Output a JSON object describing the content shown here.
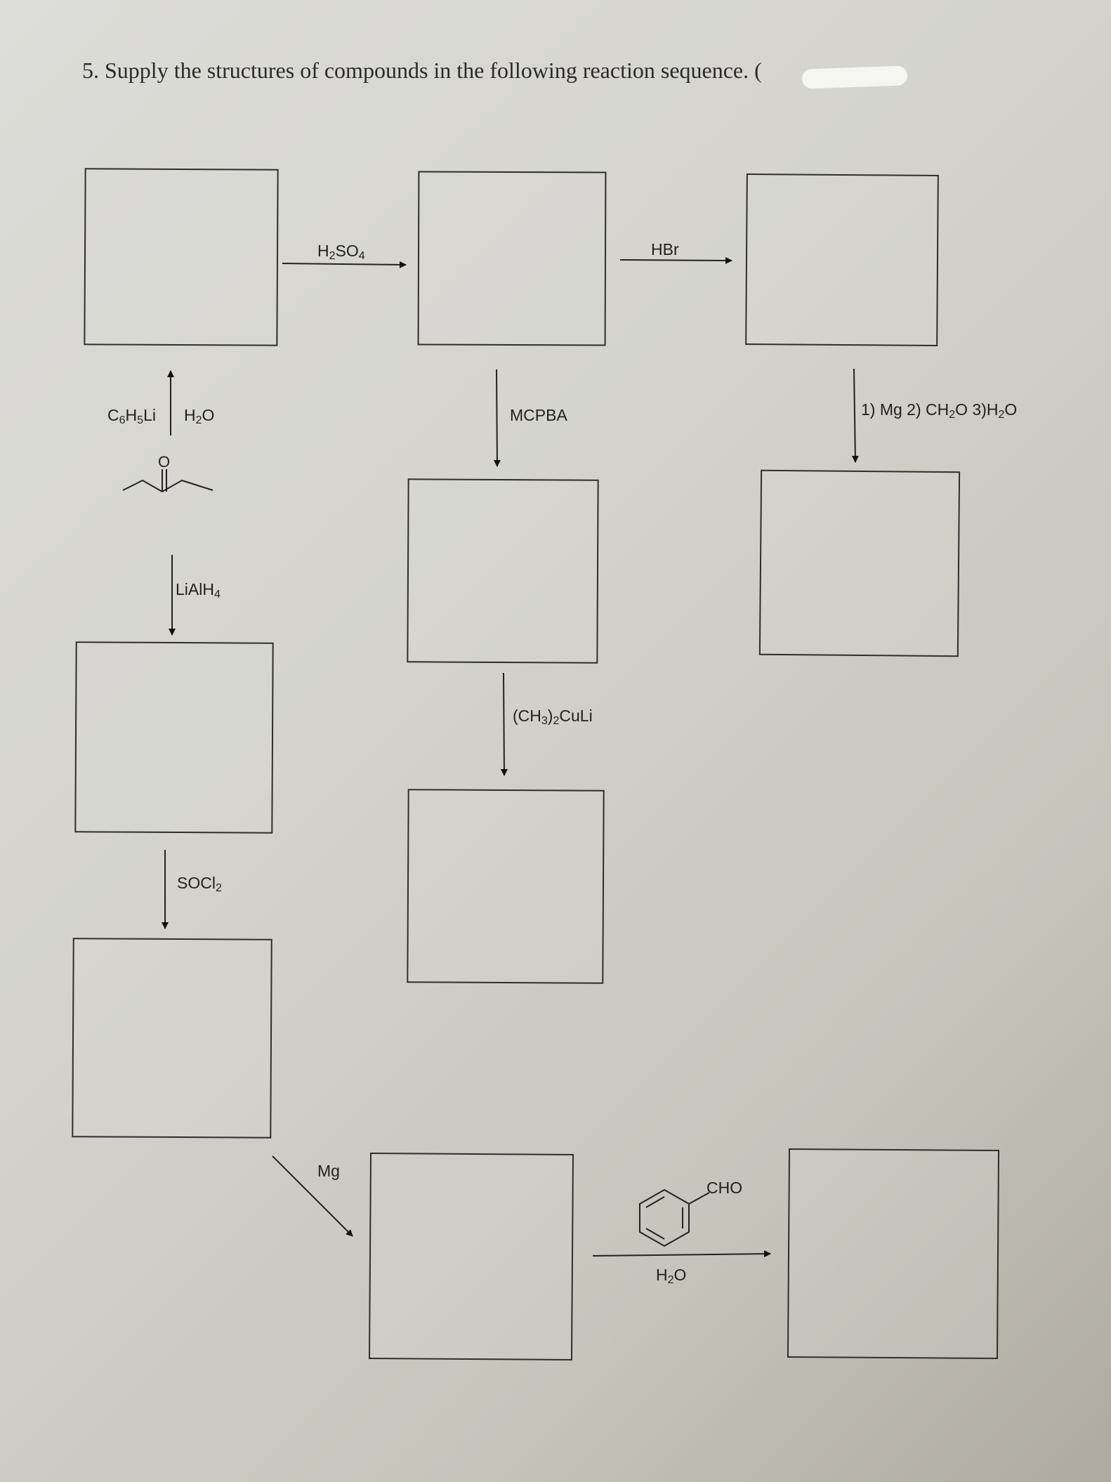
{
  "question": {
    "title": "5. Supply the structures of compounds in the following reaction sequence. ("
  },
  "reagents": {
    "h2so4": "H2SO4",
    "hbr": "HBr",
    "c6h5li": "C6H5Li",
    "h2o_top": "H2O",
    "mcpba": "MCPBA",
    "grignard_seq": "1) Mg 2) CH2O 3)H2O",
    "lialh4": "LiAlH4",
    "cuprate": "(CH3)2CuLi",
    "socl2": "SOCl2",
    "mg": "Mg",
    "cho": "CHO",
    "h2o_bottom": "H2O"
  },
  "answer_boxes": 10
}
